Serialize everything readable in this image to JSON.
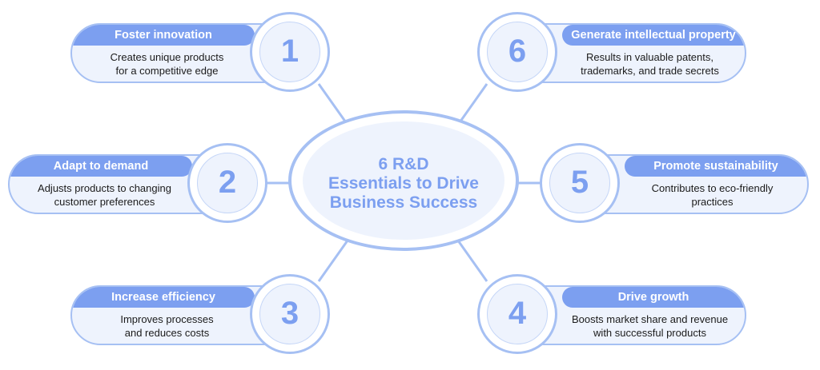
{
  "center": {
    "title": "6 R&D\nEssentials to Drive\nBusiness Success"
  },
  "colors": {
    "accent": "#7c9ff0",
    "outline": "#a6c0f3",
    "fill": "#eef3fd",
    "text": "#1b1b1b"
  },
  "items": [
    {
      "number": "1",
      "title": "Foster innovation",
      "description": "Creates unique products\nfor a competitive edge"
    },
    {
      "number": "2",
      "title": "Adapt to demand",
      "description": "Adjusts products to changing\ncustomer preferences"
    },
    {
      "number": "3",
      "title": "Increase efficiency",
      "description": "Improves processes\nand reduces costs"
    },
    {
      "number": "4",
      "title": "Drive growth",
      "description": "Boosts market share and revenue\nwith successful products"
    },
    {
      "number": "5",
      "title": "Promote sustainability",
      "description": "Contributes to eco-friendly\npractices"
    },
    {
      "number": "6",
      "title": "Generate intellectual property",
      "description": "Results in valuable patents,\ntrademarks, and trade secrets"
    }
  ]
}
